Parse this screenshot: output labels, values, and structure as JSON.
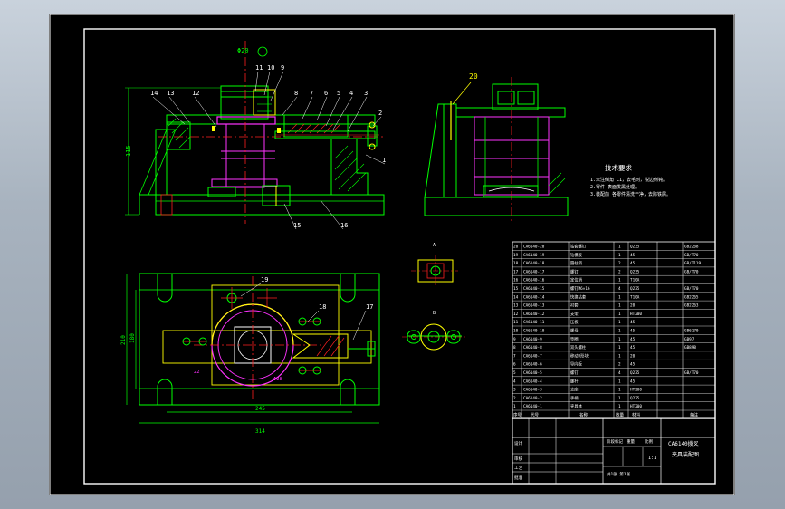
{
  "colors": {
    "frame": "#ffffff",
    "outline": "#00ff00",
    "yellow": "#ffff00",
    "red": "#ff2020",
    "magenta": "#ff33ff",
    "cyan": "#00ffff",
    "blue": "#4060ff",
    "white": "#ffffff",
    "green": "#00ff00"
  },
  "front_view": {
    "callouts": [
      "14",
      "13",
      "12",
      "11",
      "10",
      "9",
      "8",
      "7",
      "6",
      "5",
      "4",
      "3",
      "2",
      "1",
      "15",
      "16"
    ],
    "height_dim": "115",
    "top_label": "Φ20"
  },
  "side_view": {
    "callout": "20"
  },
  "plan_view": {
    "callouts": [
      "19",
      "18",
      "17"
    ],
    "dims": {
      "inner_width": "245",
      "outer_width": "314",
      "height_a": "210",
      "height_b": "180",
      "small_a": "22",
      "small_b": "Φ28"
    }
  },
  "section_labels": {
    "a": "A",
    "b": "B"
  },
  "tech_requirements": {
    "title": "技术要求",
    "lines": [
      "1.未注倒角 C1，去毛刺，锐边倒钝。",
      "2.零件 表面发黑处理。",
      "3.装配前 各零件清洗干净，去除铁屑。"
    ]
  },
  "bom_rows": [
    {
      "no": "20",
      "code": "CA6140-20",
      "name": "钻套螺钉",
      "qty": "1",
      "material": "Q235",
      "note": "GB2268"
    },
    {
      "no": "19",
      "code": "CA6140-19",
      "name": "钻模板",
      "qty": "1",
      "material": "45",
      "note": "GB/T70"
    },
    {
      "no": "18",
      "code": "CA6140-18",
      "name": "圆柱销",
      "qty": "2",
      "material": "45",
      "note": "GB/T119"
    },
    {
      "no": "17",
      "code": "CA6140-17",
      "name": "螺钉",
      "qty": "2",
      "material": "Q235",
      "note": "GB/T70"
    },
    {
      "no": "16",
      "code": "CA6140-16",
      "name": "定位销",
      "qty": "1",
      "material": "T10A",
      "note": ""
    },
    {
      "no": "15",
      "code": "CA6140-15",
      "name": "螺钉M6×16",
      "qty": "4",
      "material": "Q235",
      "note": "GB/T70"
    },
    {
      "no": "14",
      "code": "CA6140-14",
      "name": "快换钻套",
      "qty": "1",
      "material": "T10A",
      "note": "GB2265"
    },
    {
      "no": "13",
      "code": "CA6140-13",
      "name": "衬套",
      "qty": "1",
      "material": "20",
      "note": "GB2263"
    },
    {
      "no": "12",
      "code": "CA6140-12",
      "name": "支架",
      "qty": "1",
      "material": "HT200",
      "note": ""
    },
    {
      "no": "11",
      "code": "CA6140-11",
      "name": "压板",
      "qty": "1",
      "material": "45",
      "note": ""
    },
    {
      "no": "10",
      "code": "CA6140-10",
      "name": "螺母",
      "qty": "1",
      "material": "45",
      "note": "GB6170"
    },
    {
      "no": "9",
      "code": "CA6140-9",
      "name": "垫圈",
      "qty": "1",
      "material": "45",
      "note": "GB97"
    },
    {
      "no": "8",
      "code": "CA6140-8",
      "name": "双头螺柱",
      "qty": "1",
      "material": "45",
      "note": "GB898"
    },
    {
      "no": "7",
      "code": "CA6140-7",
      "name": "移动V形块",
      "qty": "1",
      "material": "20",
      "note": ""
    },
    {
      "no": "6",
      "code": "CA6140-6",
      "name": "导向板",
      "qty": "2",
      "material": "45",
      "note": ""
    },
    {
      "no": "5",
      "code": "CA6140-5",
      "name": "螺钉",
      "qty": "4",
      "material": "Q235",
      "note": "GB/T70"
    },
    {
      "no": "4",
      "code": "CA6140-4",
      "name": "螺杆",
      "qty": "1",
      "material": "45",
      "note": ""
    },
    {
      "no": "3",
      "code": "CA6140-3",
      "name": "支座",
      "qty": "1",
      "material": "HT200",
      "note": ""
    },
    {
      "no": "2",
      "code": "CA6140-2",
      "name": "手柄",
      "qty": "1",
      "material": "Q235",
      "note": ""
    },
    {
      "no": "1",
      "code": "CA6140-1",
      "name": "夹具体",
      "qty": "1",
      "material": "HT200",
      "note": ""
    }
  ],
  "bom_header": {
    "no": "序号",
    "code": "代号",
    "name": "名称",
    "qty": "数量",
    "material": "材料",
    "note": "备注"
  },
  "title_block": {
    "title_line1": "CA6140拨叉",
    "title_line2": "夹具装配图",
    "scale": "1:1",
    "sheet": "共1张 第1张",
    "label_design": "设计",
    "label_check": "审核",
    "label_process": "工艺",
    "label_approve": "批准",
    "label_stage": "阶段标记",
    "label_weight": "重量",
    "label_scale": "比例"
  }
}
